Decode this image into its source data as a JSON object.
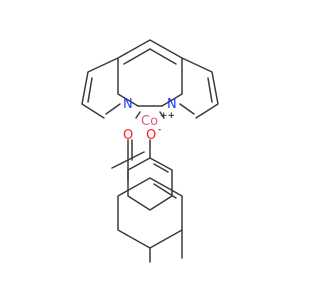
{
  "structure": {
    "atoms": {
      "n_left": "N",
      "n_right": "N",
      "metal": "Co",
      "metal_charge": "++",
      "o_left": "O",
      "o_right": "O",
      "o_right_charge": "-"
    }
  },
  "colors": {
    "bond": "#3a3a3a",
    "nitrogen": "#1f3cff",
    "oxygen": "#ff1a1a",
    "cobalt": "#e05a7a"
  }
}
